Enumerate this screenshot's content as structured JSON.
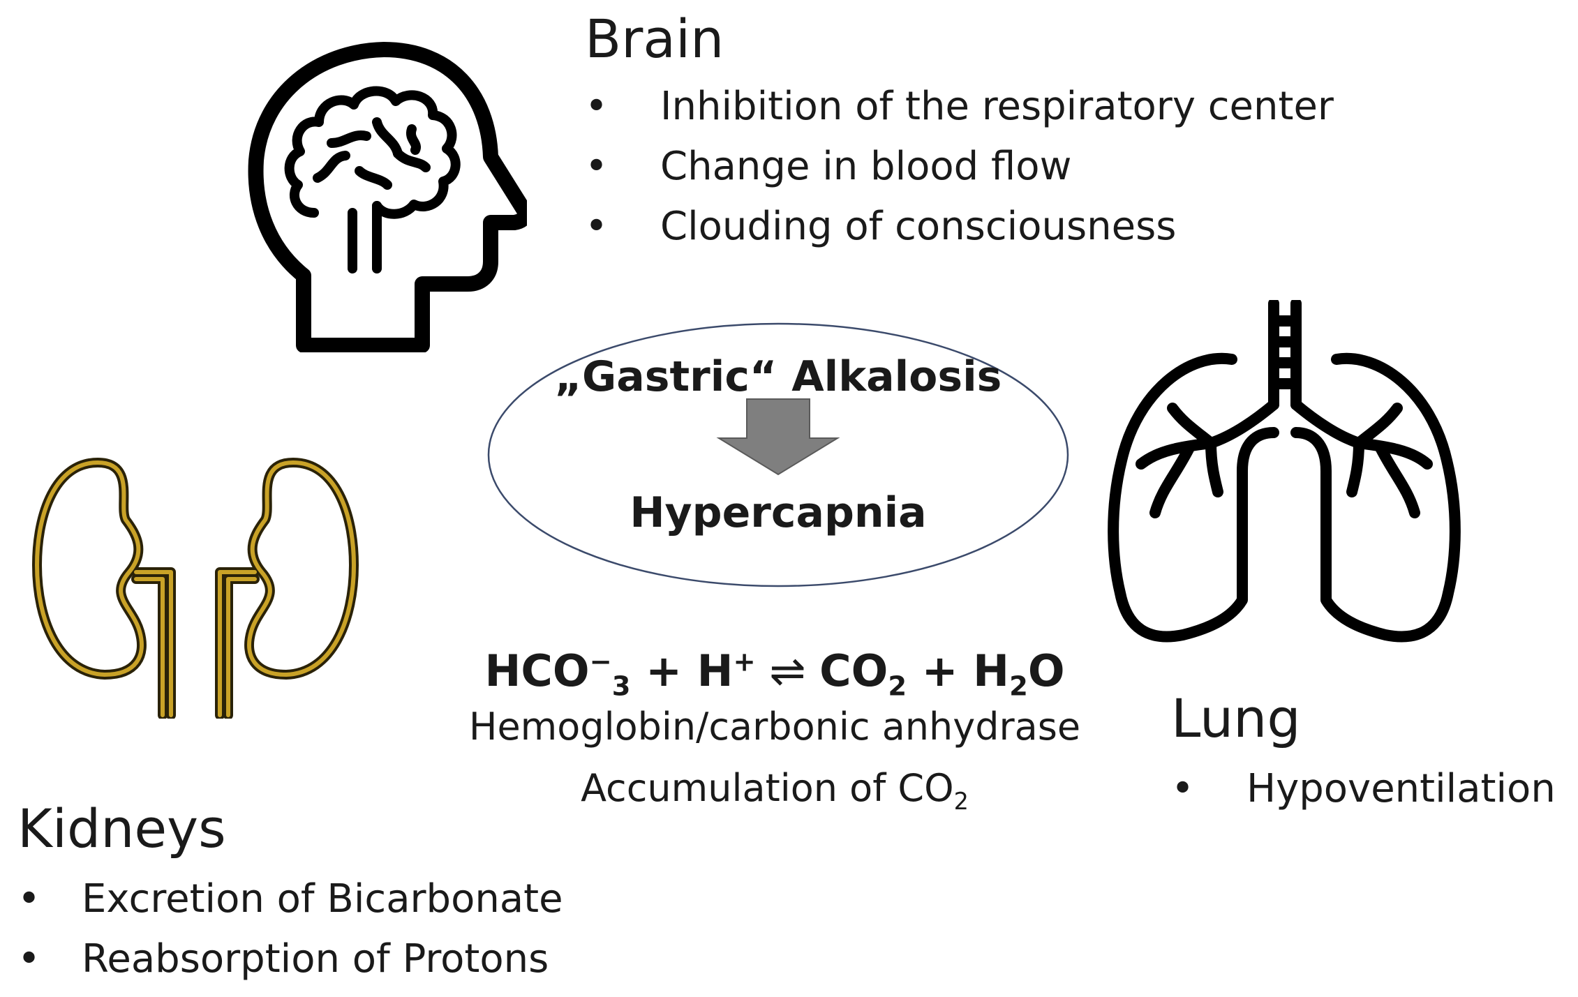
{
  "brain": {
    "title": "Brain",
    "items": [
      "Inhibition of the respiratory center",
      "Change in blood flow",
      "Clouding of consciousness"
    ]
  },
  "center": {
    "top": "„Gastric“ Alkalosis",
    "bottom": "Hypercapnia",
    "arrow_color": "#7f7f7f",
    "ellipse_stroke": "#3b4a6b"
  },
  "equation": {
    "hco": "HCO",
    "minus": "−",
    "sub3": "3",
    "plus1": " + H",
    "plus_sup": "+",
    "arrow": " ⇌ ",
    "co": "CO",
    "sub2a": "2",
    "plus2": " + H",
    "sub2b": "2",
    "o": "O"
  },
  "notes": {
    "line1": "Hemoglobin/carbonic anhydrase",
    "line2_prefix": "Accumulation of ",
    "line2_co": "CO",
    "line2_sub": "2"
  },
  "lung": {
    "title": "Lung",
    "items": [
      "Hypoventilation"
    ]
  },
  "kidneys": {
    "title": "Kidneys",
    "items": [
      "Excretion of Bicarbonate",
      "Reabsorption of Protons"
    ],
    "outline_color": "#8a6d0b"
  },
  "bullet": "•",
  "icons": {
    "brain": "head-brain-icon",
    "lung": "lungs-icon",
    "kidney": "kidneys-icon"
  }
}
